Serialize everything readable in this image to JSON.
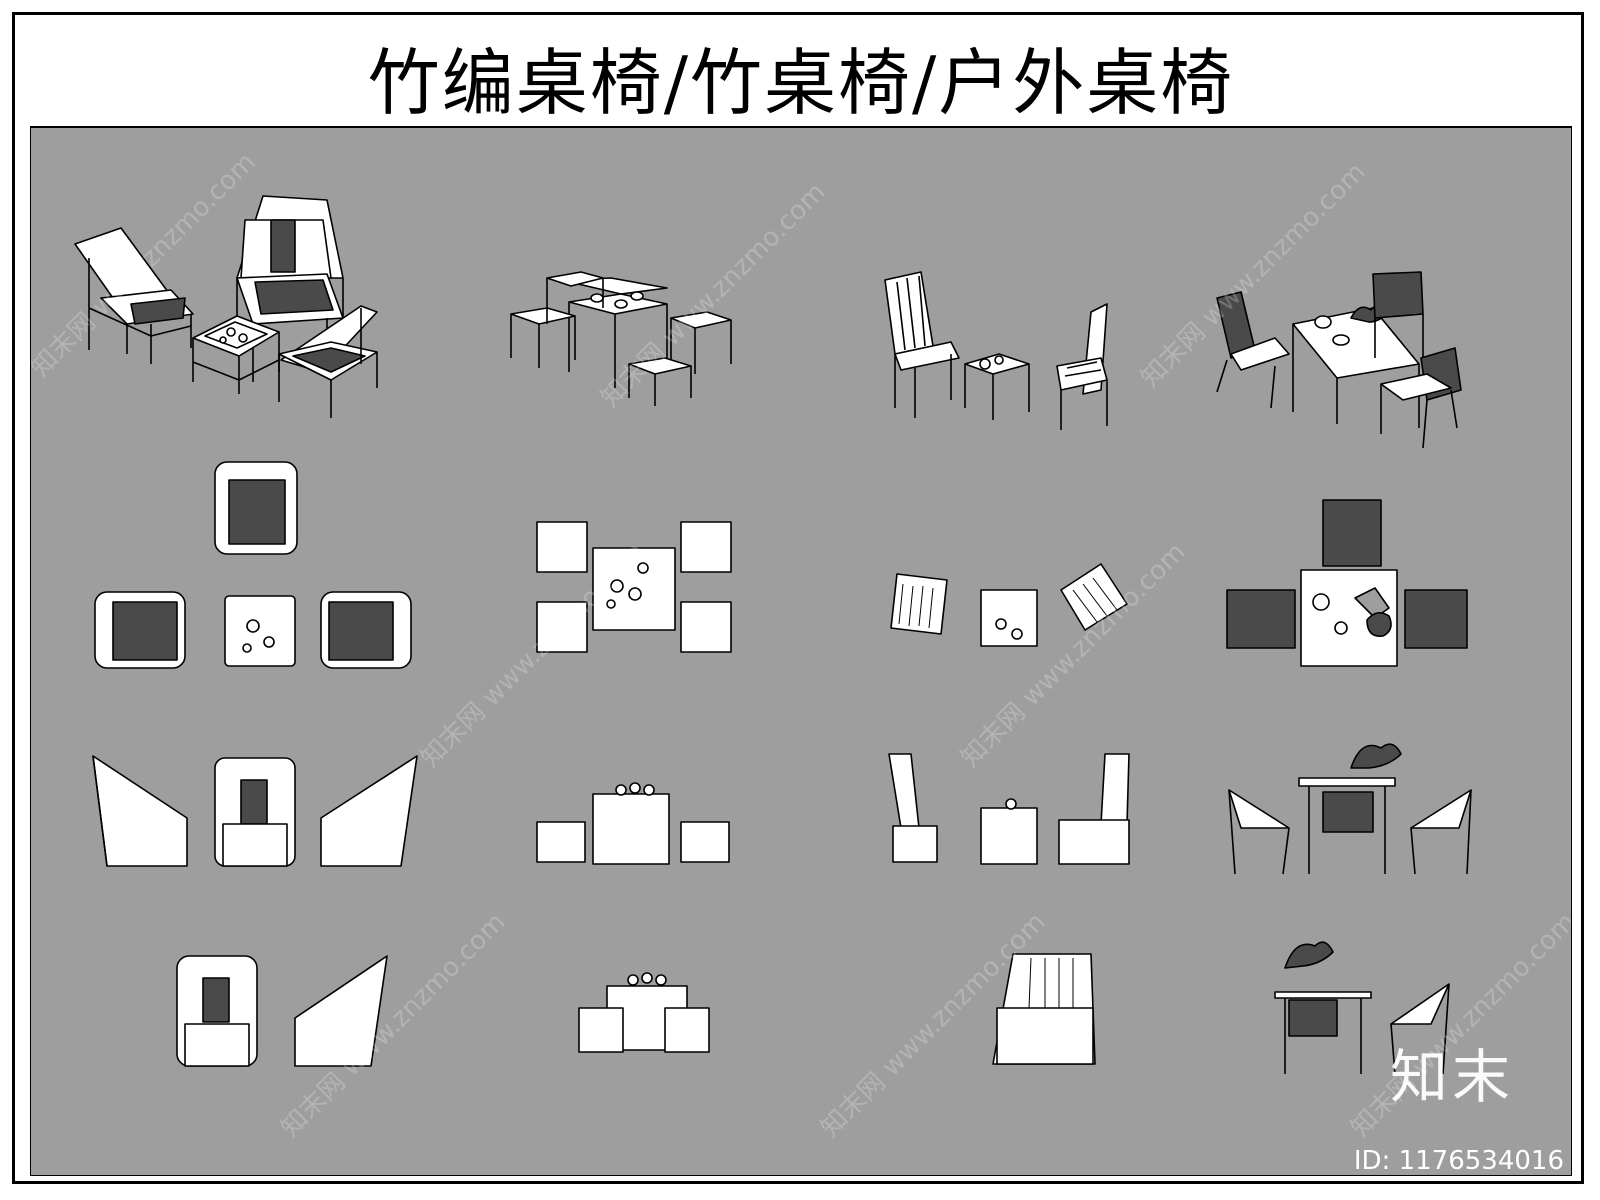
{
  "title": "竹编桌椅/竹桌椅/户外桌椅",
  "watermark": {
    "site": "www.znzmo.com",
    "cn": "知末网"
  },
  "brand": {
    "name": "知末",
    "id_label": "ID: 1176534016"
  },
  "colors": {
    "background": "#9e9e9e",
    "line": "#000000",
    "fill": "#ffffff",
    "dark_fill": "#4a4a4a"
  }
}
